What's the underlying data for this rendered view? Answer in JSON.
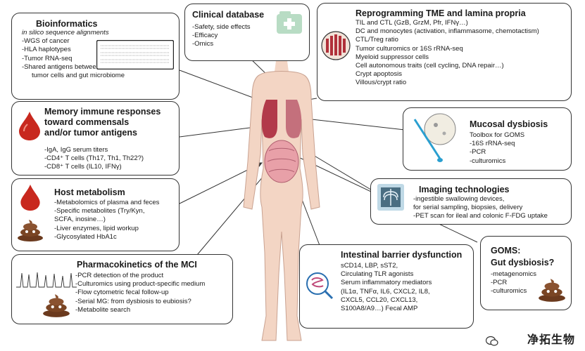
{
  "panels": {
    "bioinformatics": {
      "title": "Bioinformatics",
      "lines": [
        "in silico sequence alignments",
        "-WGS of cancer",
        "-HLA haplotypes",
        "-Tumor RNA-seq",
        "-Shared antigens between",
        "   tumor cells and gut microbiome"
      ]
    },
    "clinical": {
      "title": "Clinical database",
      "lines": [
        "-Safety, side effects",
        "-Efficacy",
        "-Omics"
      ]
    },
    "reprogramming": {
      "title": "Reprogramming TME and lamina propria",
      "lines": [
        "TIL and CTL (GzB, GrzM, Pfr, IFNγ…)",
        "DC and monocytes (activation, inflammasome, chemotactism)",
        "CTL/Treg ratio",
        "Tumor culturomics or 16S rRNA-seq",
        "Myeloid suppressor cells",
        "Cell autonomous traits (cell cycling, DNA repair…)",
        "Crypt apoptosis",
        "Villous/crypt ratio"
      ]
    },
    "memory": {
      "title_lines": [
        "Memory immune responses",
        "toward commensals",
        "and/or tumor antigens"
      ],
      "lines": [
        "-IgA, IgG serum titers",
        "-CD4⁺ T cells (Th17, Th1, Th22?)",
        "-CD8⁺ T cells (IL10, IFNγ)"
      ]
    },
    "mucosal": {
      "title": "Mucosal dysbiosis",
      "lines": [
        "Toolbox for GOMS",
        "-16S rRNA-seq",
        "-PCR",
        "-culturomics"
      ]
    },
    "host_metabolism": {
      "title": "Host metabolism",
      "lines": [
        "-Metabolomics of plasma and feces",
        "-Specific metabolites (Try/Kyn,",
        " SCFA, inosine…)",
        "-Liver enzymes, lipid workup",
        "-Glycosylated HbA1c"
      ]
    },
    "imaging": {
      "title": "Imaging technologies",
      "lines": [
        "-ingestible swallowing devices,",
        " for serial sampling, biopsies, delivery",
        "-PET scan for ileal and colonic F-FDG uptake"
      ]
    },
    "pharmacokinetics": {
      "title": "Pharmacokinetics of the MCI",
      "lines": [
        "-PCR detection of the product",
        "-Culturomics using product-specific medium",
        "-Flow cytometric fecal follow-up",
        "-Serial MG: from dysbiosis to eubiosis?",
        "-Metabolite search"
      ]
    },
    "barrier": {
      "title": "Intestinal barrier dysfunction",
      "lines": [
        "sCD14, LBP, sST2,",
        "Circulating TLR agonists",
        "Serum inflammatory mediators",
        "(IL1α, TNFα, IL6, CXCL2, IL8,",
        "CXCL5, CCL20, CXCL13,",
        "S100A8/A9…) Fecal AMP"
      ]
    },
    "goms": {
      "title_lines": [
        "GOMS:",
        "Gut dysbiosis?"
      ],
      "lines": [
        "-metagenomics",
        "-PCR",
        "-culturomics"
      ]
    }
  },
  "watermark": "净拓生物",
  "colors": {
    "border": "#333333",
    "blood": "#c8281e",
    "poop": "#6b3a1e",
    "skin": "#f3d5c4",
    "lung": "#b23a4a",
    "gut": "#e8a0a8"
  },
  "icons": [
    "sequence-alignment-icon",
    "medical-folder-icon",
    "tumor-tissue-icon",
    "blood-drop-icon",
    "swab-petri-icon",
    "poop-icon",
    "xray-icon",
    "chromatogram-icon",
    "gut-magnifier-icon",
    "wechat-logo-icon"
  ]
}
